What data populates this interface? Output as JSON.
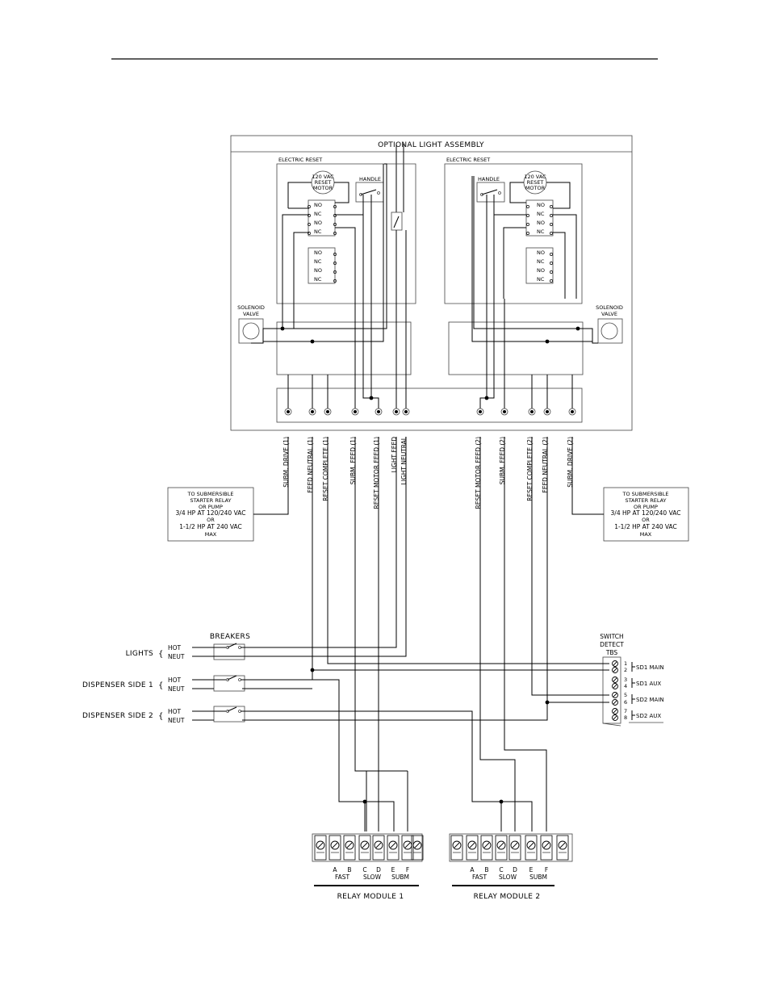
{
  "assembly": {
    "title": "OPTIONAL LIGHT ASSEMBLY",
    "left_reset_label": "ELECTRIC RESET",
    "right_reset_label": "ELECTRIC RESET",
    "motor_line1": "120 VAC",
    "motor_line2": "RESET",
    "motor_line3": "MOTOR",
    "handle_label": "HANDLE",
    "contact_no": "NO",
    "contact_nc": "NC",
    "solenoid_line1": "SOLENOID",
    "solenoid_line2": "VALVE"
  },
  "left_terminals": [
    "SUBM. DRIVE (1)",
    "FEED NEUTRAL (1)",
    "RESET COMPLETE (1)",
    "SUBM. FEED (1)",
    "RESET MOTOR FEED (1)",
    "LIGHT FEED",
    "LIGHT NEUTRAL"
  ],
  "right_terminals": [
    "RESET MOTOR FEED (2)",
    "SUBM. FEED (2)",
    "RESET COMPLETE (2)",
    "FEED NEUTRAL (2)",
    "SUBM. DRIVE (2)"
  ],
  "pump_note": [
    "TO SUBMERSIBLE",
    "STARTER RELAY",
    "OR PUMP",
    "3/4 HP AT 120/240 VAC",
    "OR",
    "1-1/2 HP AT 240 VAC",
    "MAX"
  ],
  "breakers": {
    "title": "BREAKERS",
    "circuits": [
      {
        "name": "LIGHTS",
        "hot": "HOT",
        "neut": "NEUT"
      },
      {
        "name": "DISPENSER SIDE 1",
        "hot": "HOT",
        "neut": "NEUT"
      },
      {
        "name": "DISPENSER SIDE 2",
        "hot": "HOT",
        "neut": "NEUT"
      }
    ]
  },
  "switch_detect": {
    "line1": "SWITCH",
    "line2": "DETECT",
    "line3": "TBS",
    "terminals": [
      "1",
      "2",
      "3",
      "4",
      "5",
      "6",
      "7",
      "8"
    ],
    "groups": [
      "SD1 MAIN",
      "SD1 AUX",
      "SD2 MAIN",
      "SD2 AUX"
    ]
  },
  "relay_modules": [
    {
      "title": "RELAY MODULE 1",
      "letters": [
        "A",
        "B",
        "C",
        "D",
        "E",
        "F"
      ],
      "groups": [
        "FAST",
        "SLOW",
        "SUBM"
      ]
    },
    {
      "title": "RELAY MODULE 2",
      "letters": [
        "A",
        "B",
        "C",
        "D",
        "E",
        "F"
      ],
      "groups": [
        "FAST",
        "SLOW",
        "SUBM"
      ]
    }
  ]
}
